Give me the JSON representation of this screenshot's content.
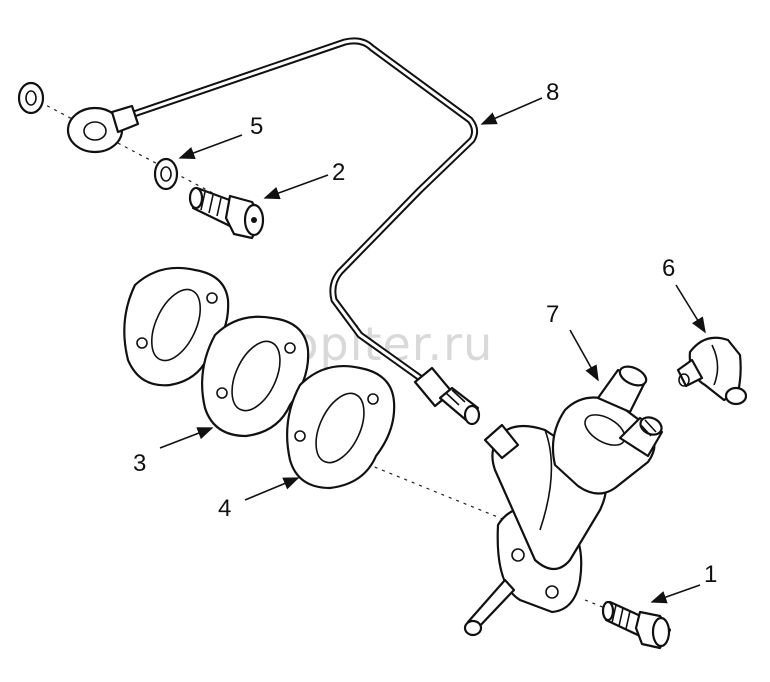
{
  "callouts": [
    {
      "id": "1",
      "label": "1"
    },
    {
      "id": "2",
      "label": "2"
    },
    {
      "id": "3",
      "label": "3"
    },
    {
      "id": "4",
      "label": "4"
    },
    {
      "id": "5",
      "label": "5"
    },
    {
      "id": "6",
      "label": "6"
    },
    {
      "id": "7",
      "label": "7"
    },
    {
      "id": "8",
      "label": "8"
    }
  ],
  "watermark": "autopiter.ru",
  "colors": {
    "ink": "#111111",
    "background": "#ffffff",
    "watermark": "#d9d9d9"
  }
}
